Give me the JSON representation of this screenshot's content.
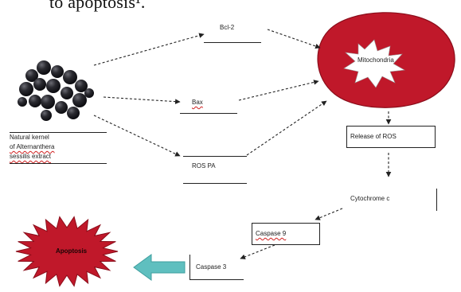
{
  "header": {
    "text": "to apoptosis¹."
  },
  "source": {
    "caption_lines": [
      "Natural kernel",
      "of Alternanthera",
      "sessilis extract"
    ]
  },
  "nodes": {
    "bcl2": "Bcl-2",
    "bax": "Bax",
    "ros_pa": "ROS PA",
    "mitochondria": "Mitochondria",
    "release_ros": "Release of ROS",
    "cytochrome": "Cytochrome c",
    "caspase9": "Caspase 9",
    "caspase3": "Caspase 3",
    "apoptosis": "Apoptosis"
  },
  "colors": {
    "burst_fill": "#c0182a",
    "burst_dark": "#8a0d1a",
    "arrow_teal": "#5fbfbf",
    "berry": "#1c1c22"
  }
}
